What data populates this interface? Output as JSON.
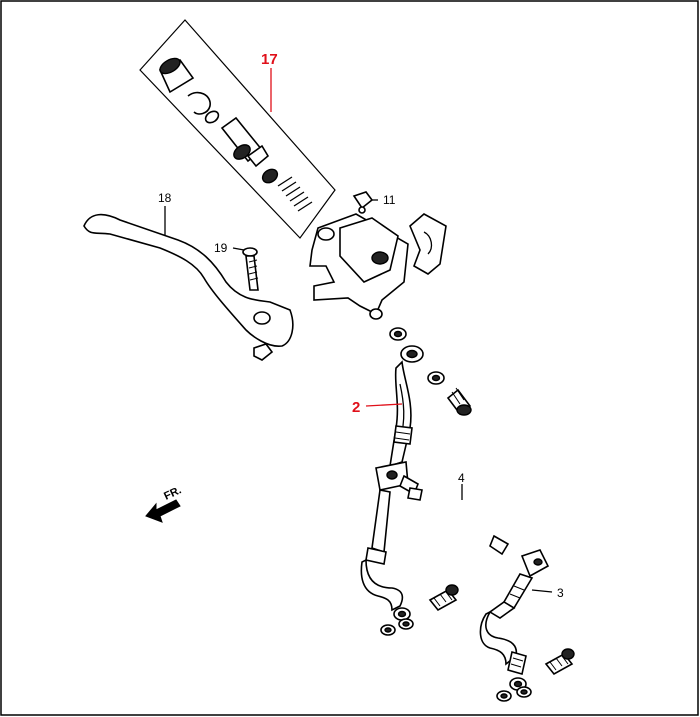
{
  "diagram": {
    "callouts": {
      "master_cylinder_kit": "17",
      "front_brake_hose_upper": "2",
      "front_brake_lever": "18",
      "lever_pivot_bolt": "19",
      "reservoir_cap_clip": "11",
      "brake_pipe": "4",
      "front_brake_hose_lower": "3"
    },
    "direction_marker": "FR."
  }
}
